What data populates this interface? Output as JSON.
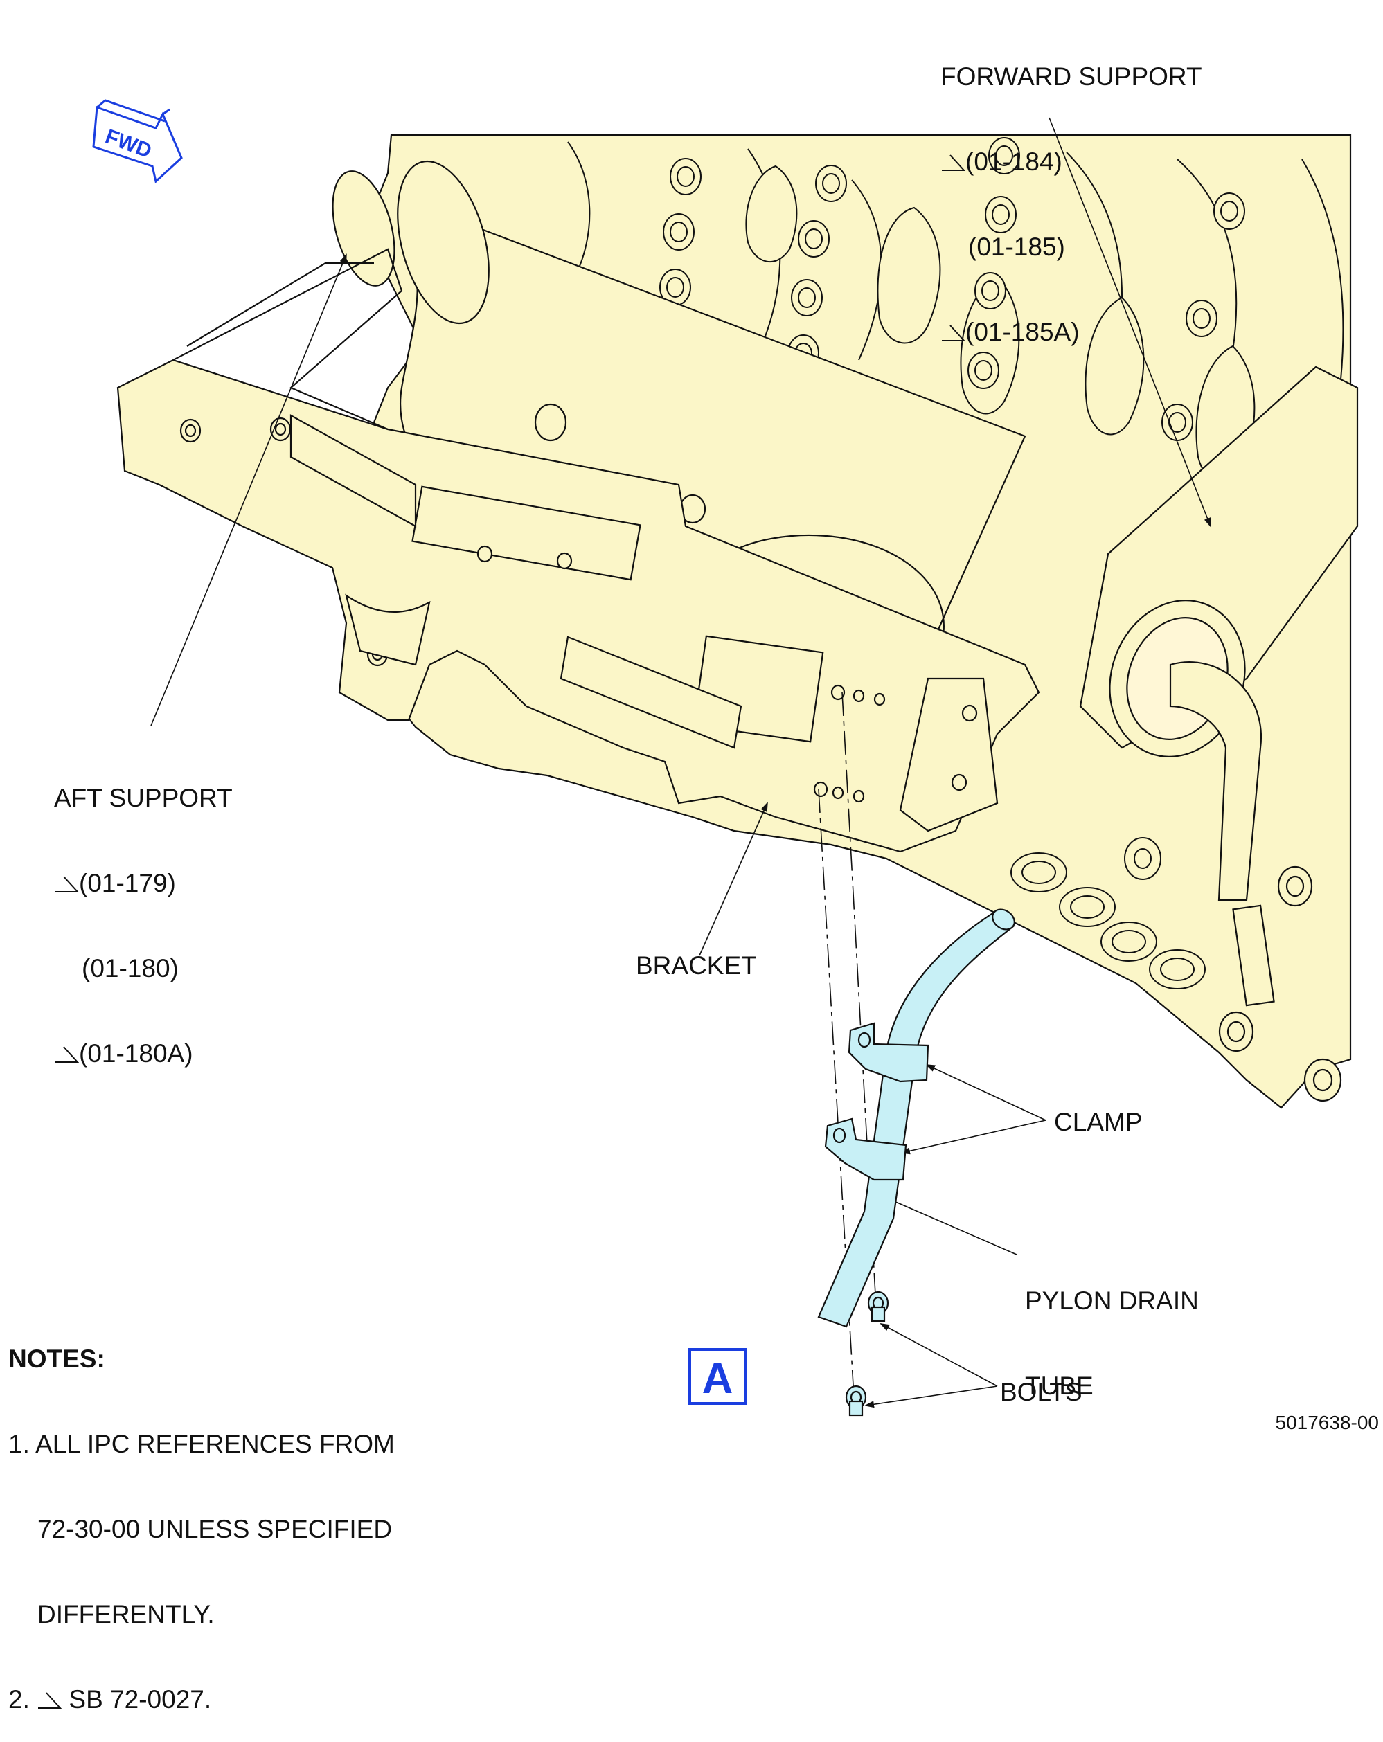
{
  "forward_support": {
    "title": "FORWARD SUPPORT",
    "refs": [
      "(01-184)",
      "(01-185)",
      "(01-185A)"
    ]
  },
  "aft_support": {
    "title": "AFT SUPPORT",
    "refs": [
      "(01-179)",
      "(01-180)",
      "(01-180A)"
    ]
  },
  "labels": {
    "bracket": "BRACKET",
    "clamp": "CLAMP",
    "pylon_drain_tube": [
      "PYLON DRAIN",
      "TUBE"
    ],
    "bolts": "BOLTS",
    "fwd": "FWD"
  },
  "notes": {
    "heading": "NOTES:",
    "item1": [
      "1. ALL IPC REFERENCES FROM",
      "72-30-00 UNLESS SPECIFIED",
      "DIFFERENTLY."
    ],
    "item2": "2.",
    "item2_text": "SB 72-0027."
  },
  "view_letter": "A",
  "figure_id": "5017638-00",
  "colors": {
    "structure_fill": "#fbf6c8",
    "tube_fill": "#c8f0f6",
    "accent_blue": "#1a3ee0",
    "line": "#111111"
  }
}
